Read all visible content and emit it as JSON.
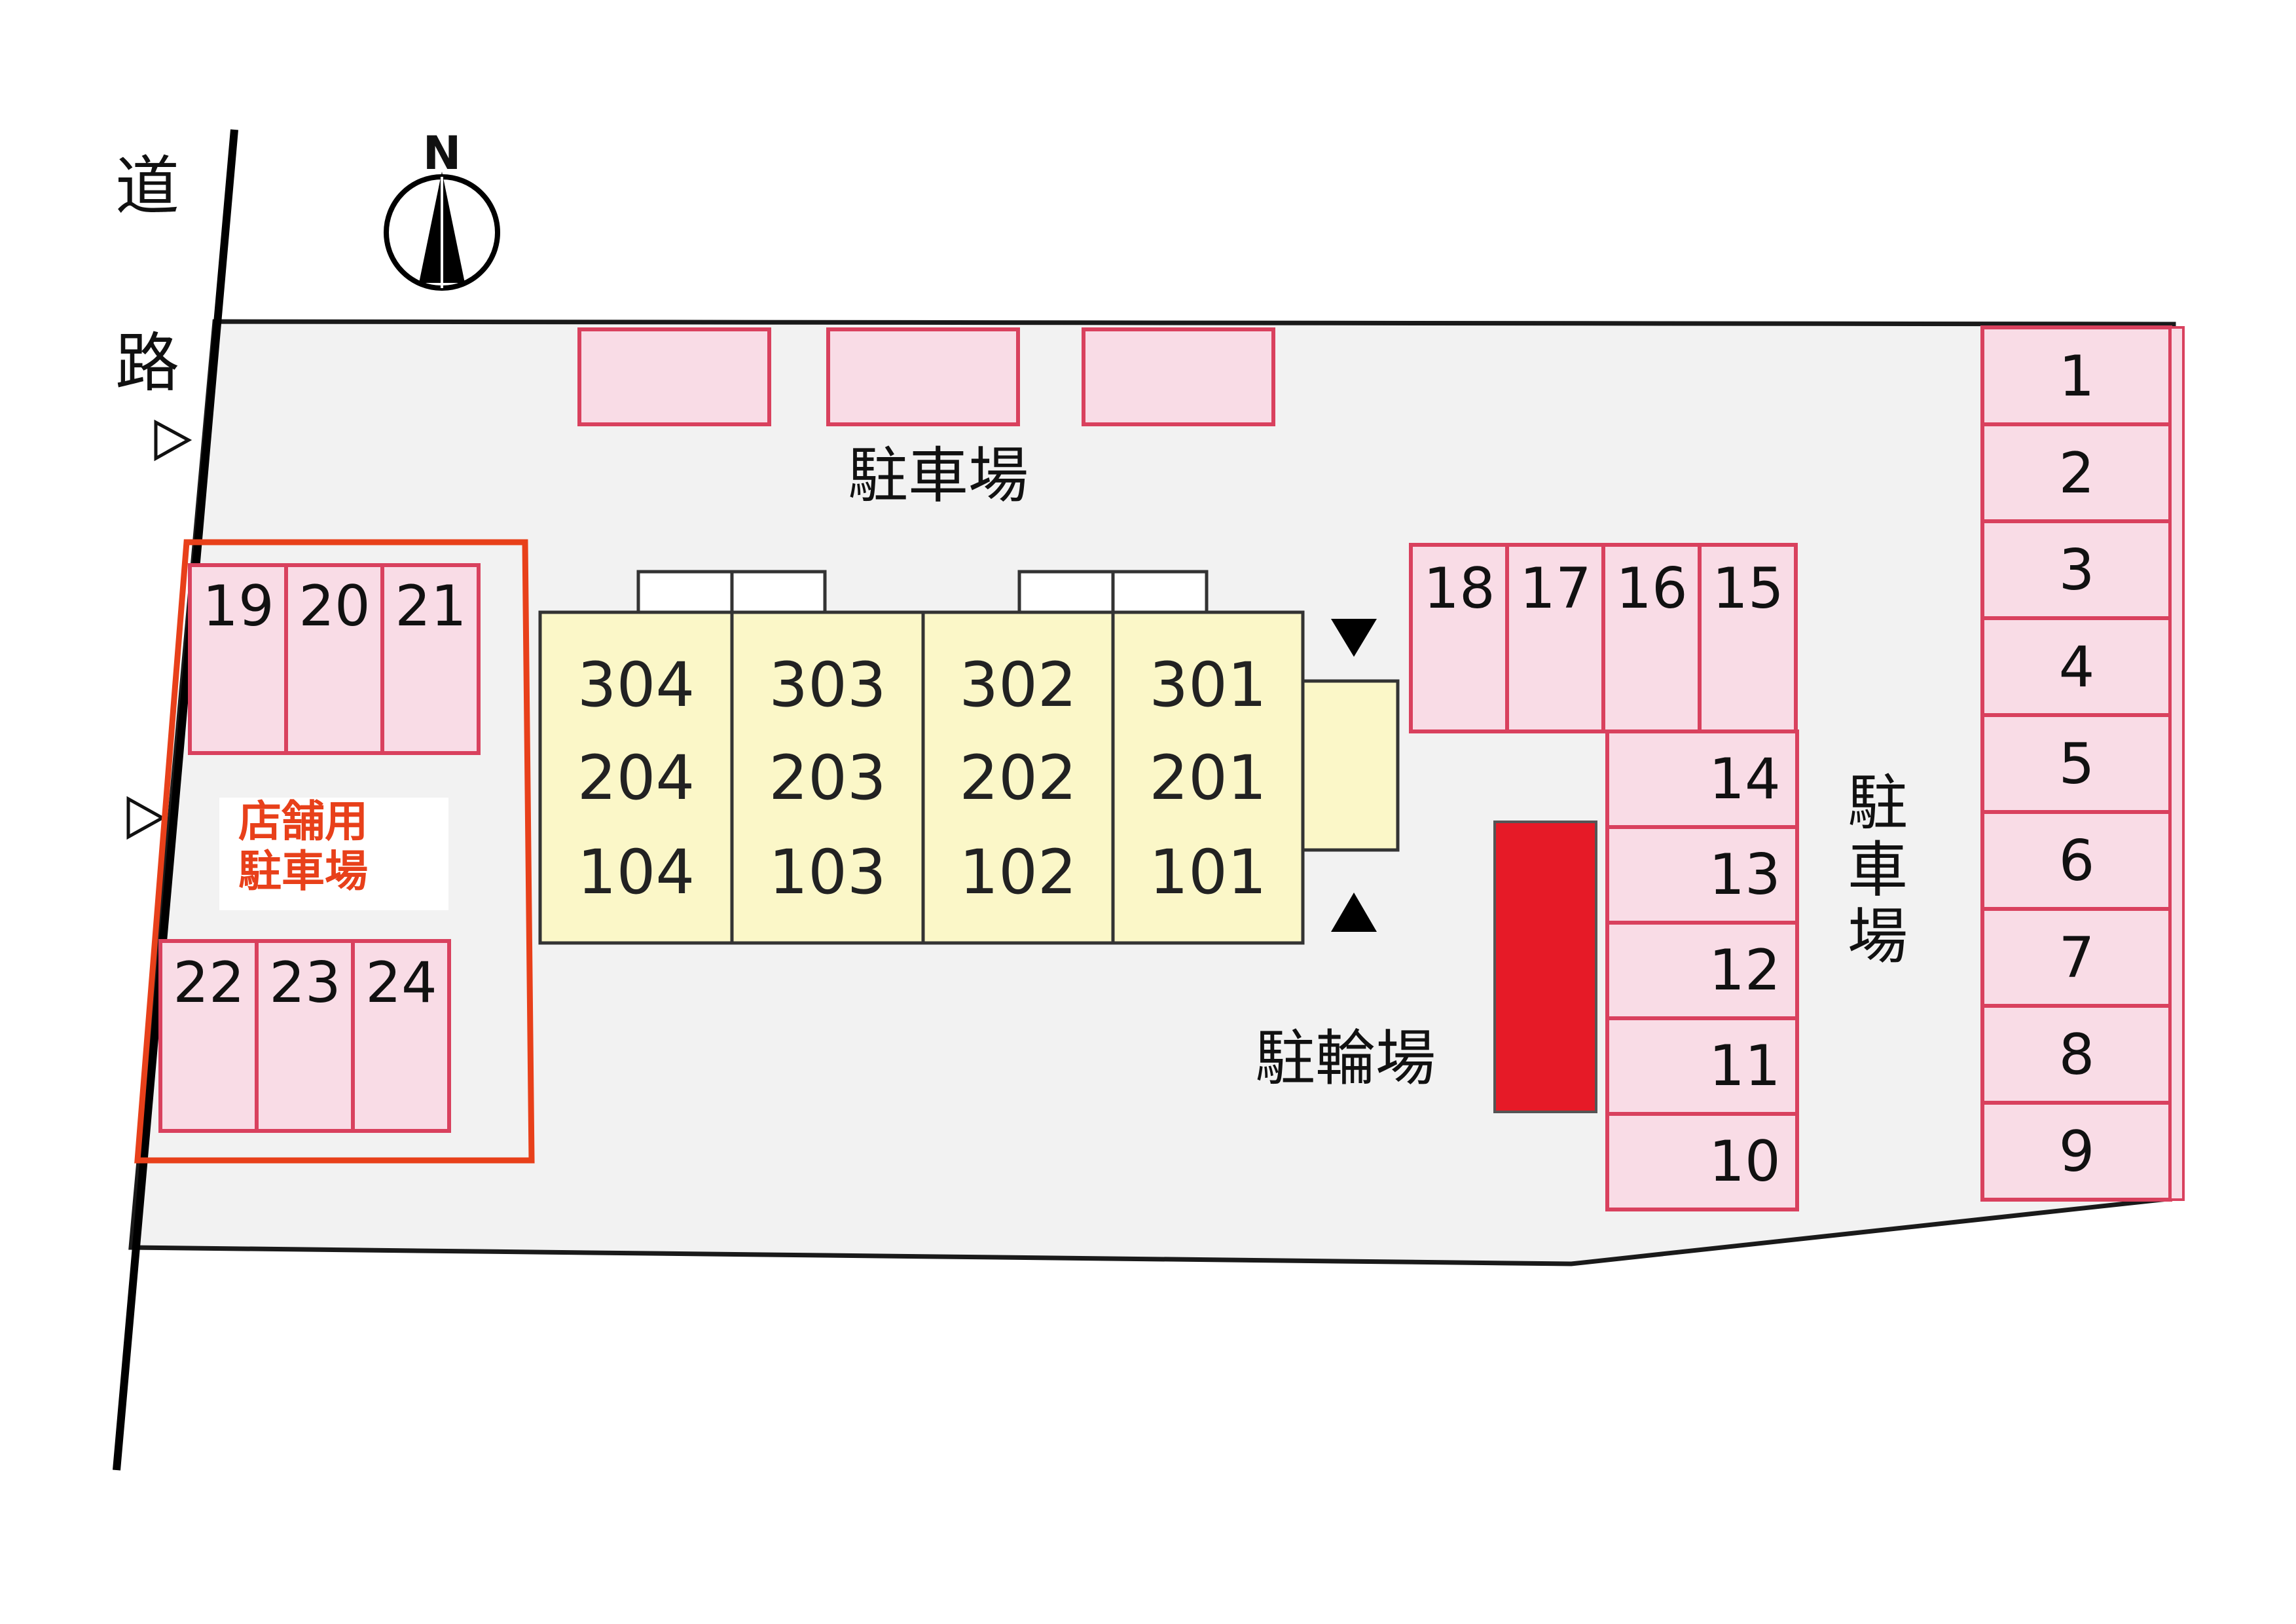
{
  "road_label_top": "道",
  "road_label_bottom": "路",
  "compass_label": "N",
  "parking_label_top": "駐車場",
  "parking_label_right": [
    "駐",
    "車",
    "場"
  ],
  "bicycle_parking_label": "駐輪場",
  "store_parking_label": [
    "店舗用",
    "駐車場"
  ],
  "parking_spaces": {
    "right_column": [
      "1",
      "2",
      "3",
      "4",
      "5",
      "6",
      "7",
      "8",
      "9"
    ],
    "middle_column": [
      "14",
      "13",
      "12",
      "11",
      "10"
    ],
    "middle_row": [
      "18",
      "17",
      "16",
      "15"
    ],
    "left_upper": [
      "19",
      "20",
      "21"
    ],
    "left_lower": [
      "22",
      "23",
      "24"
    ]
  },
  "units": {
    "row3": [
      "304",
      "303",
      "302",
      "301"
    ],
    "row2": [
      "204",
      "203",
      "202",
      "201"
    ],
    "row1": [
      "104",
      "103",
      "102",
      "101"
    ]
  },
  "colors": {
    "lot": "#f2f2f2",
    "parking_fill": "#f9dce6",
    "parking_stroke": "#d9415e",
    "building_fill": "#fbf7c8",
    "bicycle_fill": "#e61a27",
    "store_frame": "#e8401a"
  }
}
